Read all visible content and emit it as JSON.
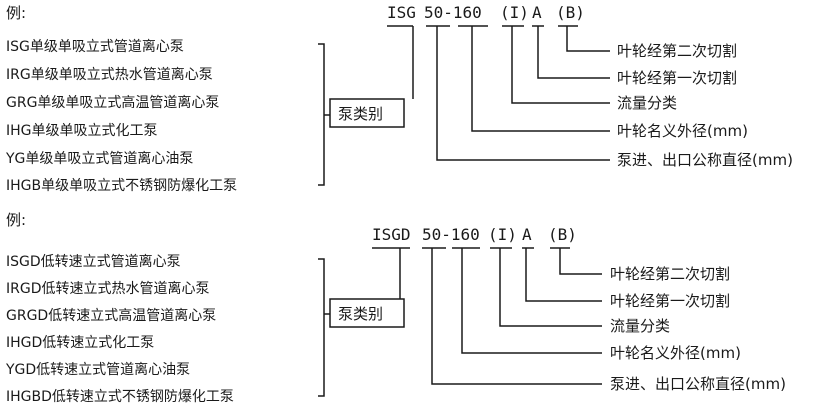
{
  "sections": [
    {
      "example_label": "例:",
      "pump_types": [
        "ISG单级单吸立式管道离心泵",
        "IRG单级单吸立式热水管道离心泵",
        "GRG单级单吸立式高温管道离心泵",
        "IHG单级单吸立式化工泵",
        "YG单级单吸立式管道离心油泵",
        "IHGB单级单吸立式不锈钢防爆化工泵"
      ],
      "category_label": "泵类别",
      "code_parts": [
        "ISG",
        "50-160",
        "(I)",
        "A",
        "(B)"
      ],
      "legend": [
        "叶轮经第二次切割",
        "叶轮经第一次切割",
        "流量分类",
        "叶轮名义外径(mm)",
        "泵进、出口公称直径(mm)"
      ]
    },
    {
      "example_label": "例:",
      "pump_types": [
        "ISGD低转速立式管道离心泵",
        "IRGD低转速立式热水管道离心泵",
        "GRGD低转速立式高温管道离心泵",
        "IHGD低转速立式化工泵",
        "YGD低转速立式管道离心油泵",
        "IHGBD低转速立式不锈钢防爆化工泵"
      ],
      "category_label": "泵类别",
      "code_parts": [
        "ISGD",
        "50-160",
        "(I)",
        "A",
        "(B)"
      ],
      "legend": [
        "叶轮经第二次切割",
        "叶轮经第一次切割",
        "流量分类",
        "叶轮名义外径(mm)",
        "泵进、出口公称直径(mm)"
      ]
    }
  ]
}
